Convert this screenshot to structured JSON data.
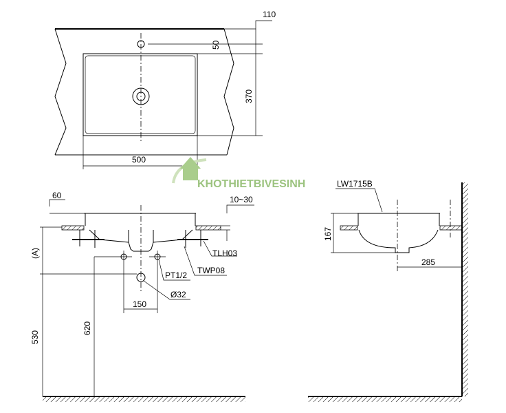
{
  "watermark": "KHOTHIETBIVESINH",
  "top_view": {
    "dim_110": "110",
    "dim_50": "50",
    "dim_370": "370",
    "dim_500": "500"
  },
  "front_view": {
    "dim_60": "60",
    "dim_10_30": "10~30",
    "label_A": "(A)",
    "tlh03": "TLH03",
    "twp08": "TWP08",
    "pt12": "PT1/2",
    "d32": "Ø32",
    "dim_150": "150",
    "dim_620": "620",
    "dim_530": "530"
  },
  "side_view": {
    "model": "LW1715B",
    "dim_167": "167",
    "dim_285": "285"
  },
  "colors": {
    "line": "#000000",
    "watermark": "#9cc37f"
  }
}
